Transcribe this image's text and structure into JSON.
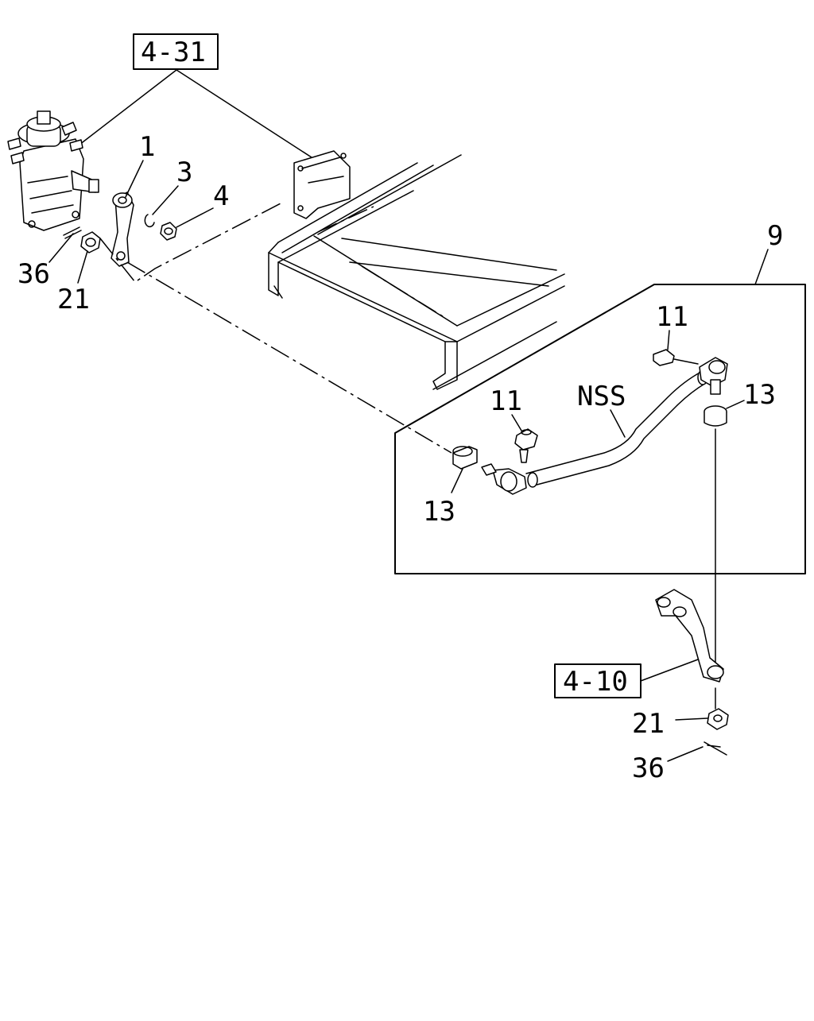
{
  "diagram": {
    "refs": {
      "r431": "4-31",
      "r410": "4-10"
    },
    "callouts": {
      "c1": "1",
      "c3": "3",
      "c4": "4",
      "c36a": "36",
      "c21a": "21",
      "c9": "9",
      "c11a": "11",
      "c11b": "11",
      "cNSS": "NSS",
      "c13a": "13",
      "c13b": "13",
      "c21b": "21",
      "c36b": "36"
    }
  }
}
